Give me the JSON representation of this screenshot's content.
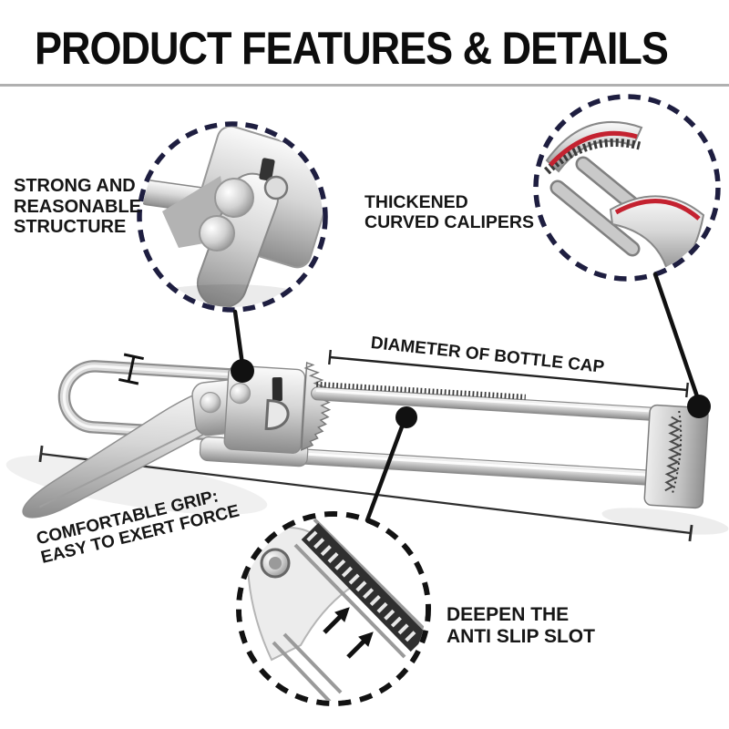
{
  "title": "PRODUCT FEATURES & DETAILS",
  "features": {
    "structure": {
      "label": "STRONG AND\nREASONABLE\nSTRUCTURE"
    },
    "calipers": {
      "label": "THICKENED\nCURVED CALIPERS"
    },
    "diameter": {
      "label": "DIAMETER OF BOTTLE CAP"
    },
    "grip": {
      "label": "COMFORTABLE GRIP:\nEASY TO EXERT FORCE"
    },
    "slot": {
      "label": "DEEPEN THE\nANTI SLIP SLOT"
    }
  },
  "colors": {
    "ink": "#141414",
    "divider": "#b0b0b0",
    "dash_navy": "#1e1e40",
    "dash_black": "#121212",
    "accent_red": "#c42230",
    "metal_light": "#f2f2f2",
    "metal_dark": "#8c8c8c"
  },
  "callouts": [
    {
      "name": "structure-detail"
    },
    {
      "name": "calipers-detail"
    },
    {
      "name": "anti-slip-detail"
    }
  ]
}
